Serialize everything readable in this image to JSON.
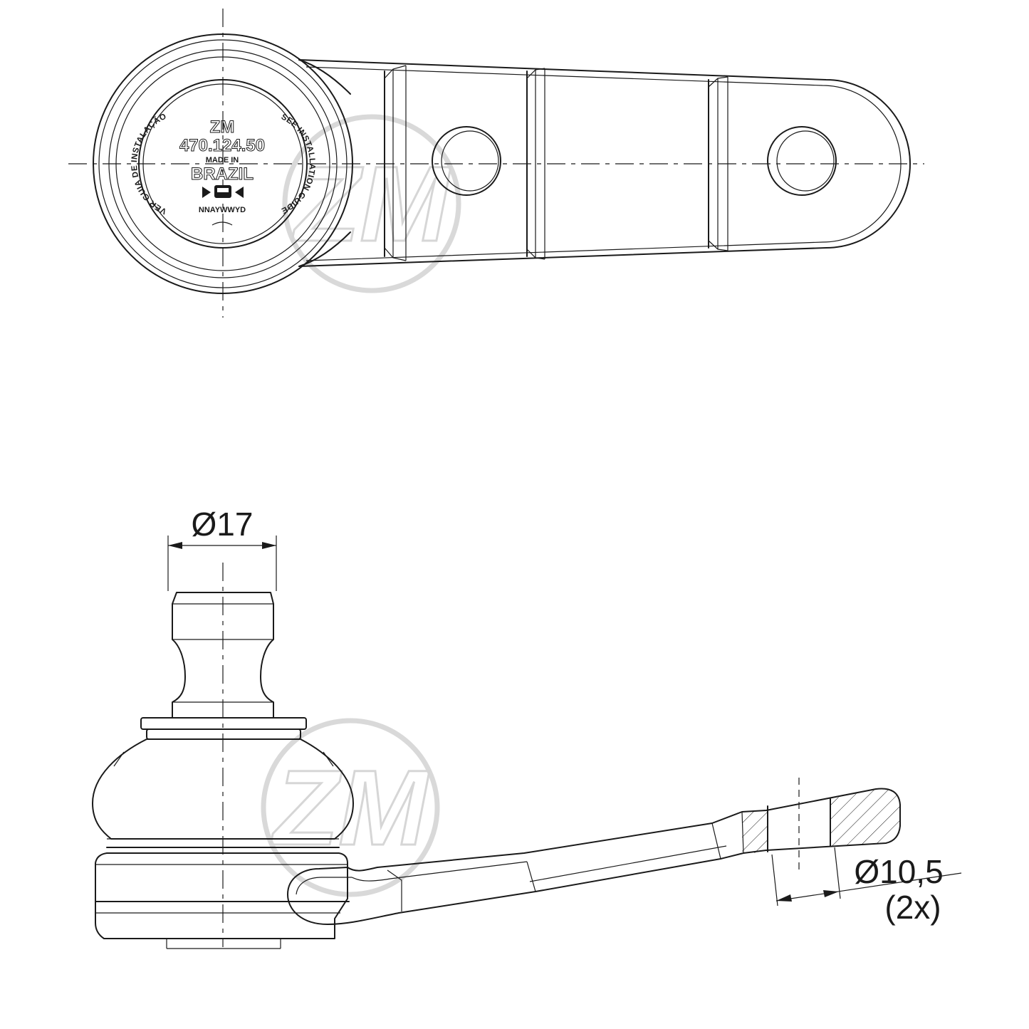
{
  "top_view": {
    "stamp": {
      "brand": "ZM",
      "part_number": "470.124.50",
      "made_in": "MADE IN",
      "country": "BRAZIL",
      "date_code": "NNAYWWYD",
      "arc_left": "VER GUIA DE INSTALAÇÃO",
      "arc_right": "SEE INSTALLATION GUIDE"
    }
  },
  "side_view": {
    "dim_stud": "Ø17",
    "dim_hole": "Ø10,5",
    "dim_hole_qty": "(2x)"
  },
  "watermark": {
    "text": "ZM",
    "color": "#d9d9d9"
  }
}
